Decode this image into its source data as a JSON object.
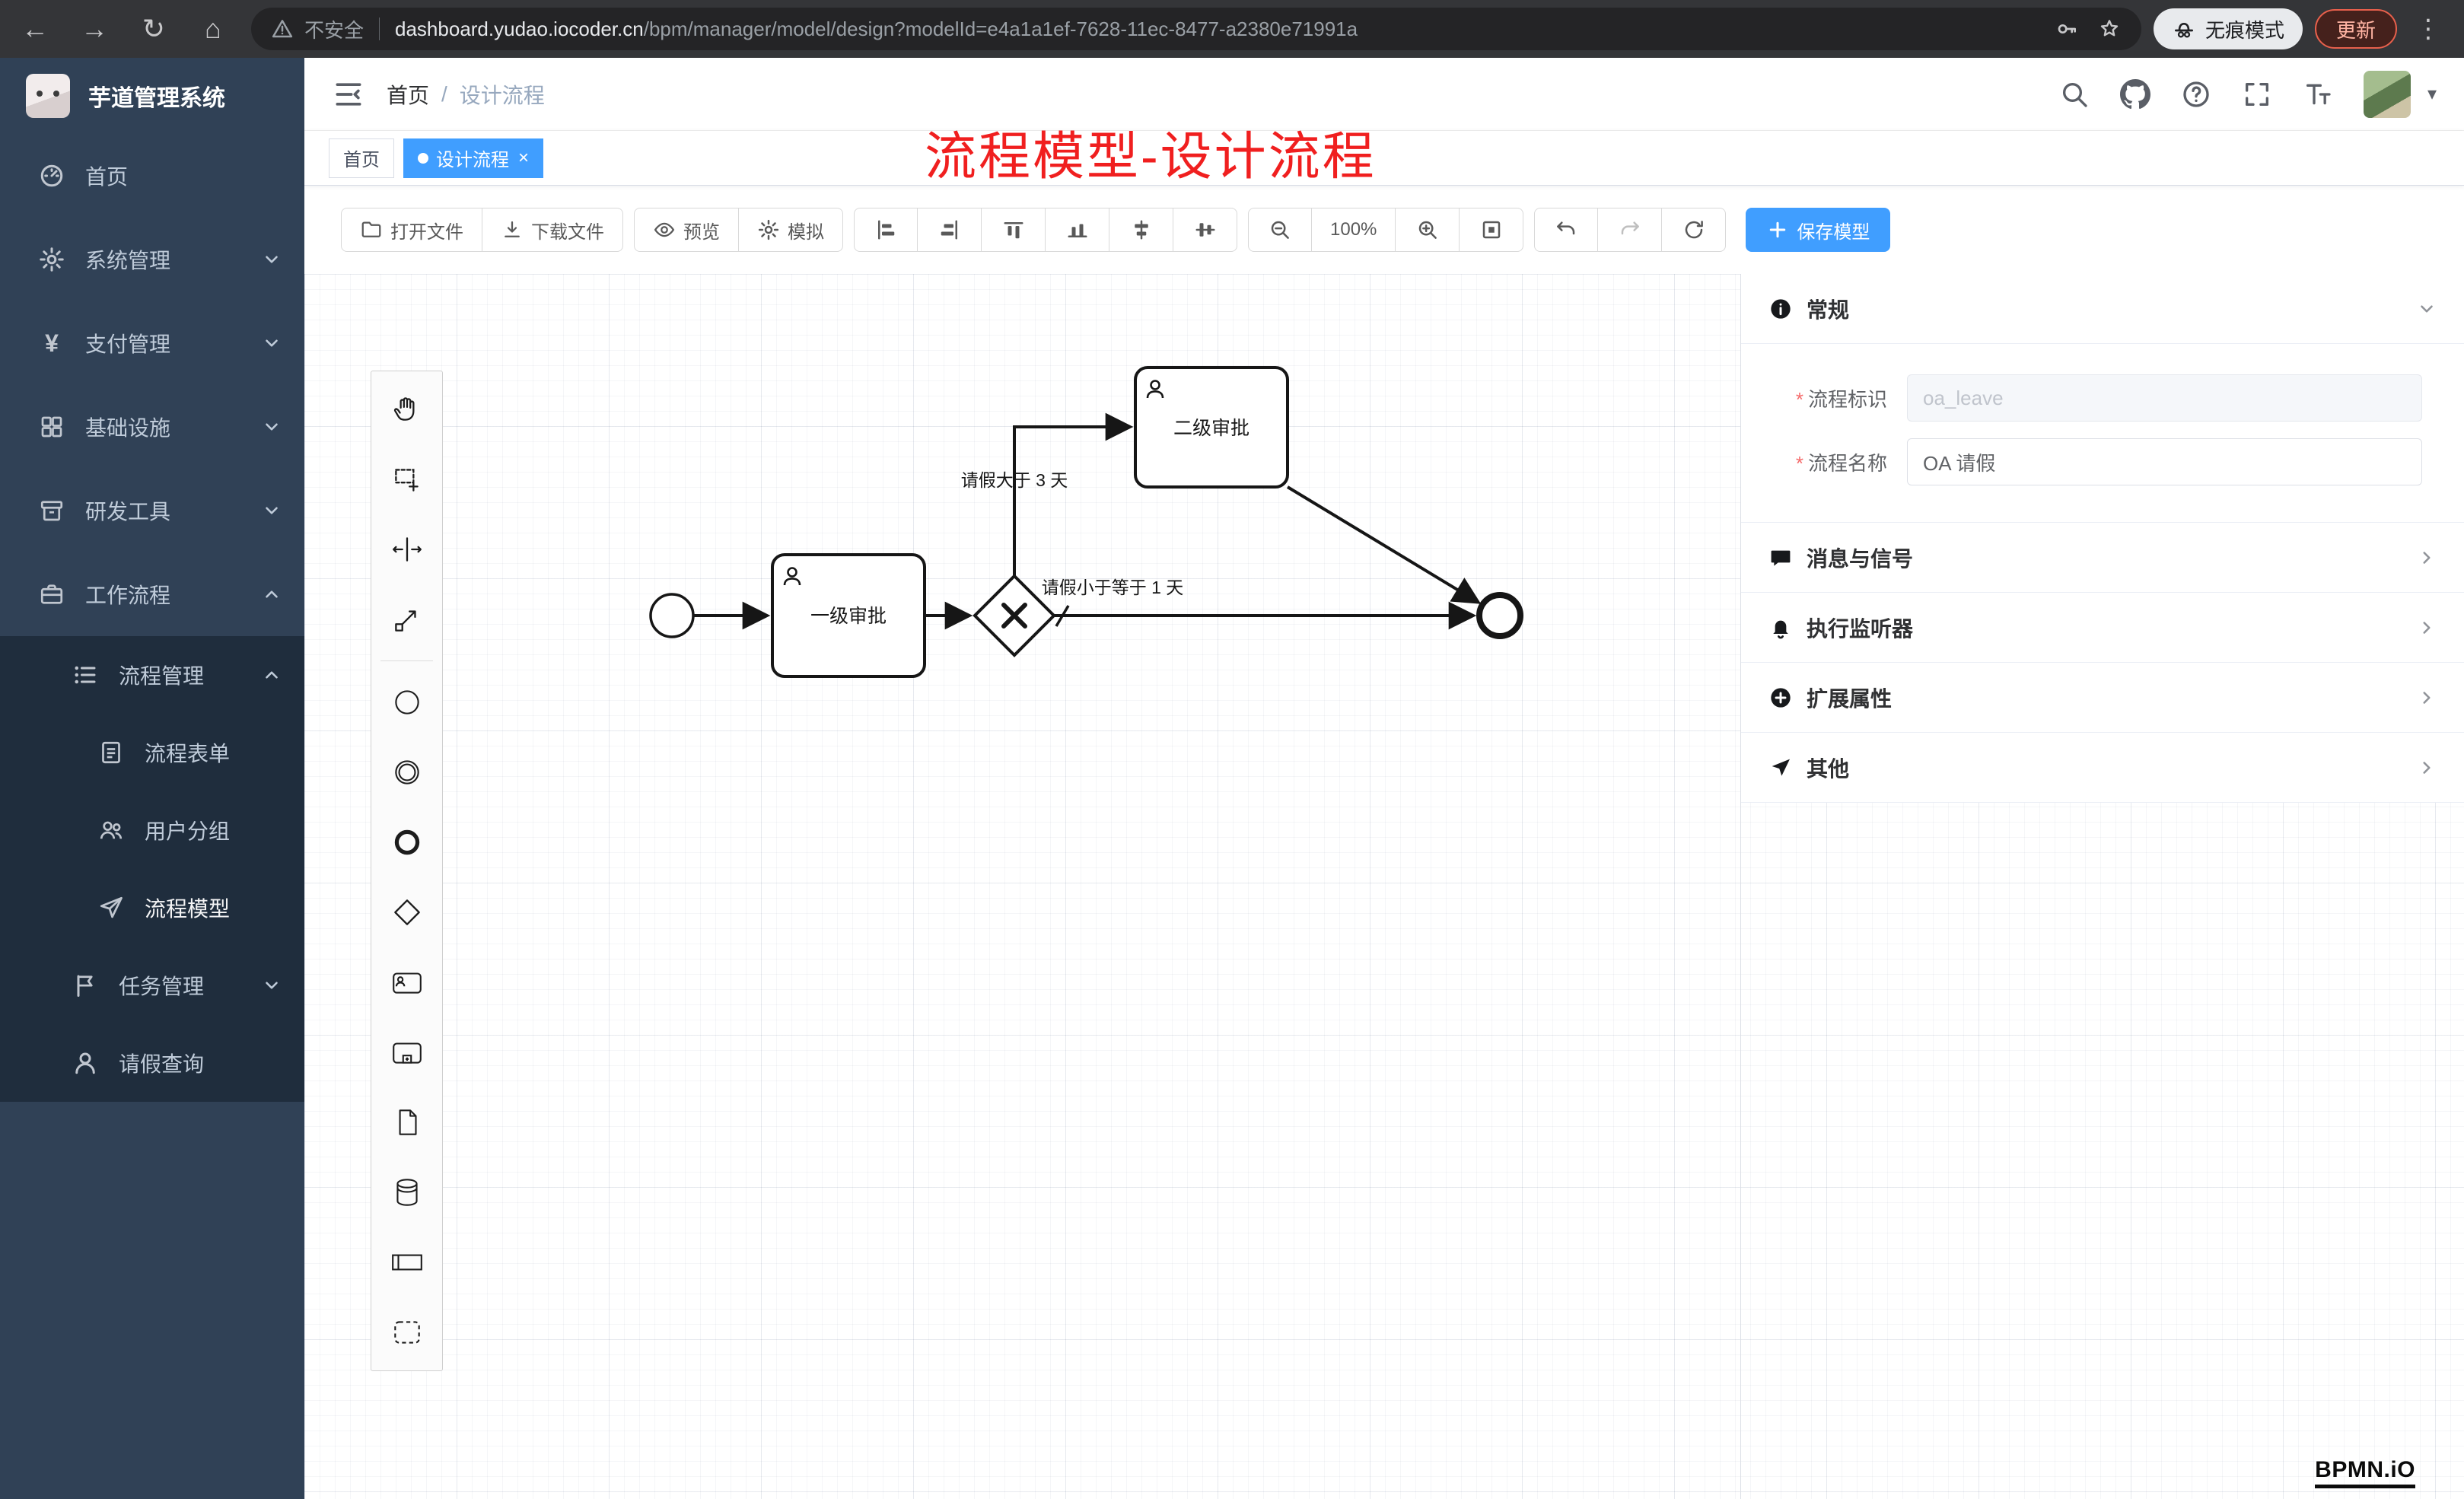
{
  "browser": {
    "security_label": "不安全",
    "url_host": "dashboard.yudao.iocoder.cn",
    "url_path": "/bpm/manager/model/design?modelId=e4a1a1ef-7628-11ec-8477-a2380e71991a",
    "incognito_label": "无痕模式",
    "update_label": "更新",
    "icons": {
      "back": "←",
      "forward": "→",
      "refresh": "↻",
      "home": "⌂",
      "menu_dots": "⋮"
    }
  },
  "sidebar": {
    "logo_title": "芋道管理系统",
    "items": [
      {
        "label": "首页",
        "icon": "dashboard-icon"
      },
      {
        "label": "系统管理",
        "icon": "gear-icon"
      },
      {
        "label": "支付管理",
        "icon": "yen-icon"
      },
      {
        "label": "基础设施",
        "icon": "grid-icon"
      },
      {
        "label": "研发工具",
        "icon": "archive-icon"
      },
      {
        "label": "工作流程",
        "icon": "briefcase-icon"
      }
    ],
    "subitems": [
      {
        "label": "流程管理",
        "icon": "list-icon"
      },
      {
        "label": "流程表单",
        "icon": "document-icon"
      },
      {
        "label": "用户分组",
        "icon": "users-icon"
      },
      {
        "label": "流程模型",
        "icon": "send-icon"
      },
      {
        "label": "任务管理",
        "icon": "flag-icon"
      },
      {
        "label": "请假查询",
        "icon": "user-icon"
      }
    ],
    "yen_glyph": "¥"
  },
  "header": {
    "breadcrumb_home": "首页",
    "breadcrumb_separator": "/",
    "breadcrumb_current": "设计流程",
    "avatar_caret": "▾"
  },
  "annotation": {
    "text": "流程模型-设计流程"
  },
  "tabs": [
    {
      "label": "首页"
    },
    {
      "label": "设计流程",
      "close_glyph": "×"
    }
  ],
  "toolbar": {
    "open_file": "打开文件",
    "download_file": "下载文件",
    "preview": "预览",
    "simulate": "模拟",
    "zoom_level": "100%",
    "save": "保存模型",
    "align_icons": [
      "align-left-icon",
      "align-right-icon",
      "align-top-icon",
      "align-bottom-icon",
      "align-center-h-icon",
      "align-center-v-icon"
    ],
    "history_icons": [
      "undo-icon",
      "redo-icon",
      "restore-icon"
    ]
  },
  "palette": {
    "items": [
      "hand-tool",
      "lasso-tool",
      "space-tool",
      "global-connect-tool",
      "start-event",
      "intermediate-event",
      "end-event",
      "exclusive-gateway",
      "user-task",
      "subprocess",
      "data-object",
      "data-store",
      "participant-pool",
      "group"
    ]
  },
  "diagram": {
    "task1_label": "一级审批",
    "task2_label": "二级审批",
    "flow_gt_label": "请假大于 3 天",
    "flow_lte_label": "请假小于等于 1 天"
  },
  "watermark": "BPMN.iO",
  "panel": {
    "general_title": "常规",
    "required_mark": "*",
    "process_key_label": "流程标识",
    "process_key_value": "oa_leave",
    "process_name_label": "流程名称",
    "process_name_value": "OA 请假",
    "section_message": "消息与信号",
    "section_listener": "执行监听器",
    "section_ext": "扩展属性",
    "section_other": "其他"
  },
  "colors": {
    "accent": "#409eff",
    "sidebar-bg": "#304156",
    "sidebar-sub-bg": "#1f2d3d",
    "annotation-red": "#f01f1f",
    "danger": "#f56c6c"
  }
}
